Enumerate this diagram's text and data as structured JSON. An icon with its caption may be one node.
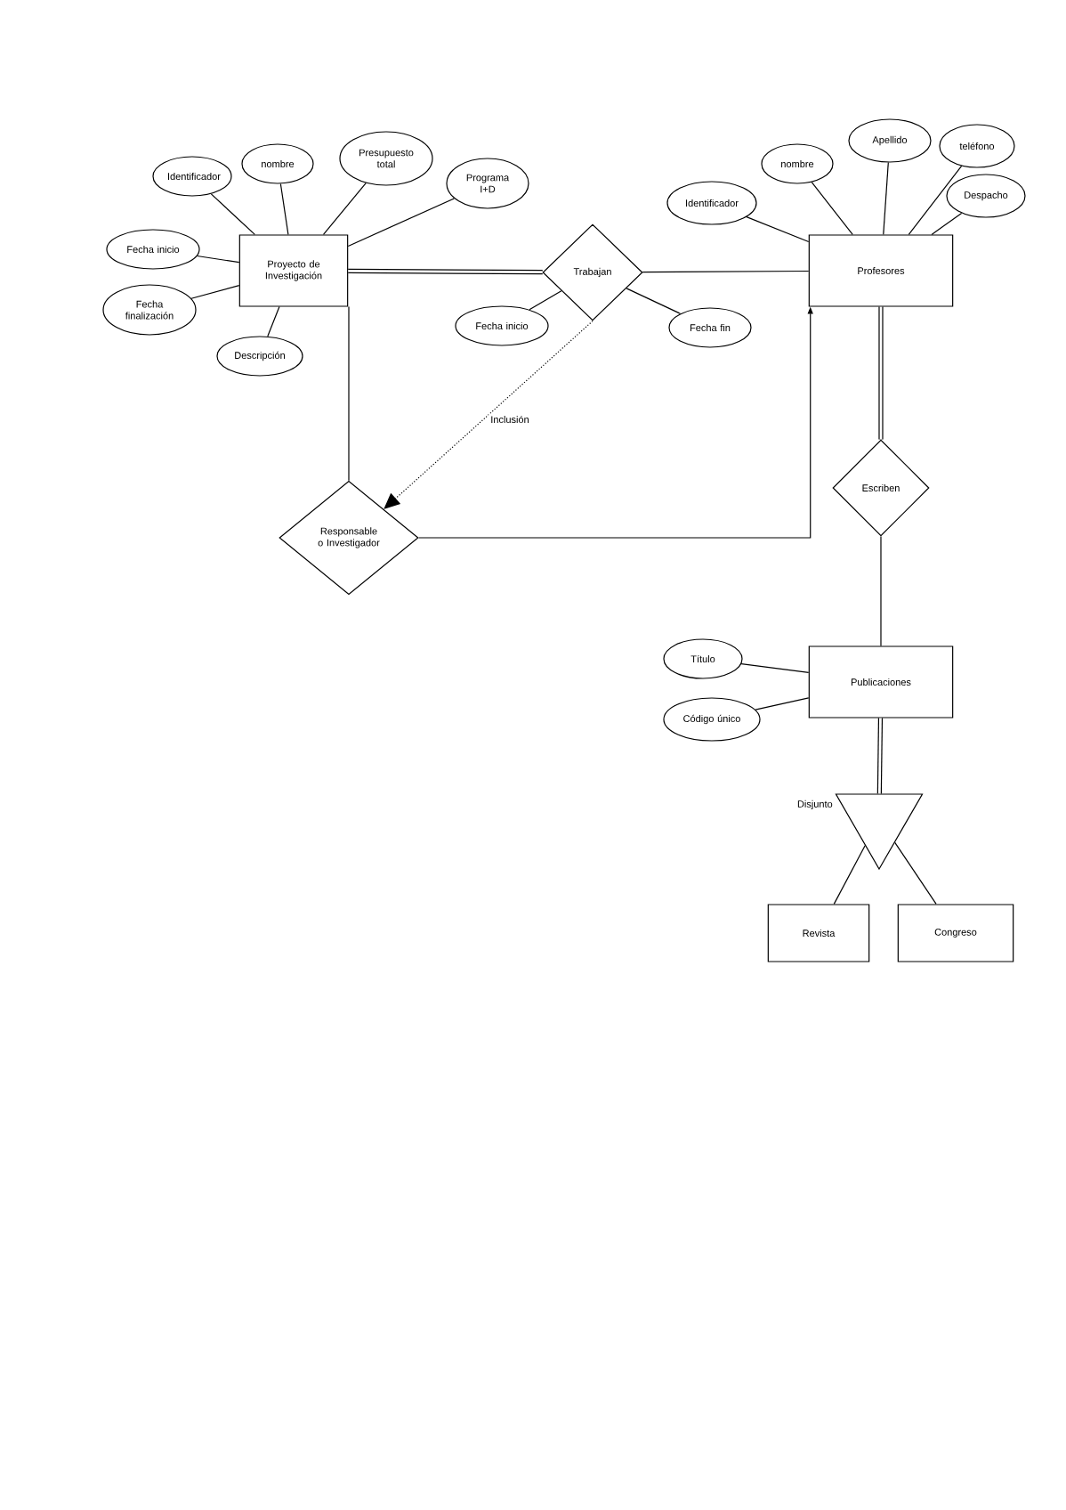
{
  "diagram": {
    "nodes": [
      {
        "text": [
          "Proyecto de Investigación"
        ]
      },
      {
        "text": [
          "Identificador"
        ]
      },
      {
        "text": [
          "nombre"
        ]
      },
      {
        "text": [
          "Presupuesto total"
        ]
      },
      {
        "text": [
          "Programa I+D"
        ]
      },
      {
        "text": [
          "Fecha inicio"
        ]
      },
      {
        "text": [
          "Fecha finalización"
        ]
      },
      {
        "text": [
          "Descripción"
        ]
      },
      {
        "text": [
          "Trabajan"
        ]
      },
      {
        "text": [
          "Fecha inicio"
        ]
      },
      {
        "text": [
          "Fecha fin"
        ]
      },
      {
        "text": [
          "Profesores"
        ]
      },
      {
        "text": [
          "Identificador"
        ]
      },
      {
        "text": [
          "nombre"
        ]
      },
      {
        "text": [
          "Apellido"
        ]
      },
      {
        "text": [
          "teléfono"
        ]
      },
      {
        "text": [
          "Despacho"
        ]
      },
      {
        "text": [
          "Responsable o Investigador"
        ]
      },
      {
        "text": [
          "Escriben"
        ]
      },
      {
        "text": [
          "Publicaciones"
        ]
      },
      {
        "text": [
          "Título"
        ]
      },
      {
        "text": [
          "Código único"
        ]
      },
      {
        "text": [],
        "shape": "triangle",
        "beside": [
          "Disjunto"
        ]
      },
      {
        "text": [
          "Revista"
        ]
      },
      {
        "text": [
          "Congreso"
        ]
      }
    ],
    "edges": [
      {
        "from": 1,
        "to": 0,
        "arrow": "none"
      },
      {
        "from": 2,
        "to": 0,
        "arrow": "none"
      },
      {
        "from": 3,
        "to": 0,
        "arrow": "none"
      },
      {
        "from": 4,
        "to": 0,
        "arrow": "none"
      },
      {
        "from": 5,
        "to": 0,
        "arrow": "none"
      },
      {
        "from": 6,
        "to": 0,
        "arrow": "none"
      },
      {
        "from": 7,
        "to": 0,
        "arrow": "none"
      },
      {
        "from": 0,
        "to": 8,
        "arrow": "none",
        "style": "thick"
      },
      {
        "from": 8,
        "to": 11,
        "arrow": "none"
      },
      {
        "from": 9,
        "to": 8,
        "arrow": "none"
      },
      {
        "from": 10,
        "to": 8,
        "arrow": "none"
      },
      {
        "from": 12,
        "to": 11,
        "arrow": "none"
      },
      {
        "from": 13,
        "to": 11,
        "arrow": "none"
      },
      {
        "from": 14,
        "to": 11,
        "arrow": "none"
      },
      {
        "from": 15,
        "to": 11,
        "arrow": "none"
      },
      {
        "from": 16,
        "to": 11,
        "arrow": "none"
      },
      {
        "from": 8,
        "to": 17,
        "arrow": "to",
        "style": "dashed",
        "label": "Inclusión"
      },
      {
        "from": 0,
        "to": 17,
        "arrow": "none"
      },
      {
        "from": 17,
        "to": 11,
        "arrow": "to"
      },
      {
        "from": 11,
        "to": 18,
        "arrow": "none",
        "style": "thick"
      },
      {
        "from": 18,
        "to": 19,
        "arrow": "none"
      },
      {
        "from": 20,
        "to": 19,
        "arrow": "none"
      },
      {
        "from": 21,
        "to": 19,
        "arrow": "none"
      },
      {
        "from": 19,
        "to": 22,
        "arrow": "none",
        "style": "thick"
      },
      {
        "from": 22,
        "to": 23,
        "arrow": "none"
      },
      {
        "from": 22,
        "to": 24,
        "arrow": "none"
      }
    ]
  }
}
